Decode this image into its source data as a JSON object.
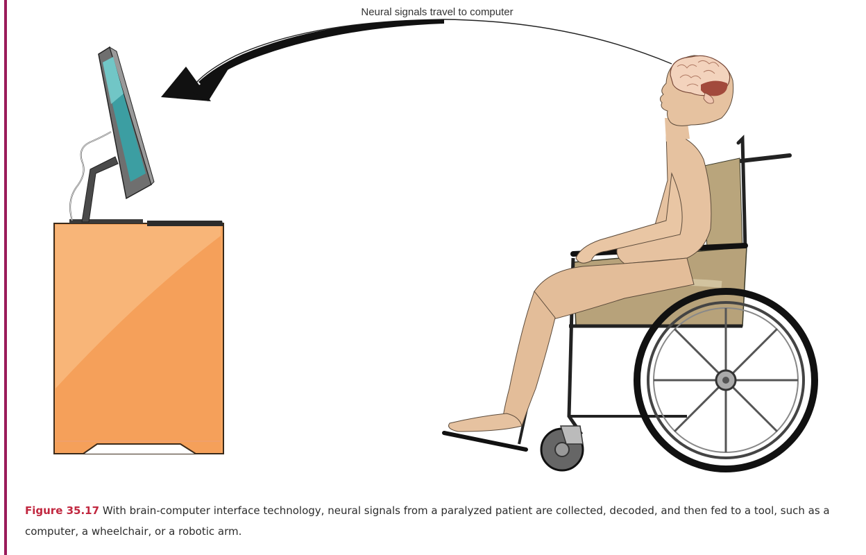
{
  "figure": {
    "arrow_label": "Neural signals travel to computer",
    "illustration": {
      "elements": [
        "computer monitor",
        "orange desk",
        "curved arrow",
        "person in wheelchair",
        "brain"
      ],
      "colors": {
        "accent_rule": "#9b1b5a",
        "desk": "#f6a35e",
        "skin": "#e6c2a0",
        "brain": "#f3d3bd",
        "screen": "#5fb4b6",
        "seat": "#b7a27a",
        "arrow": "#111111"
      }
    }
  },
  "caption": {
    "number": "Figure 35.17",
    "text": " With brain-computer interface technology, neural signals from a paralyzed patient are collected, decoded, and then fed to a tool, such as a computer, a wheelchair, or a robotic arm."
  }
}
